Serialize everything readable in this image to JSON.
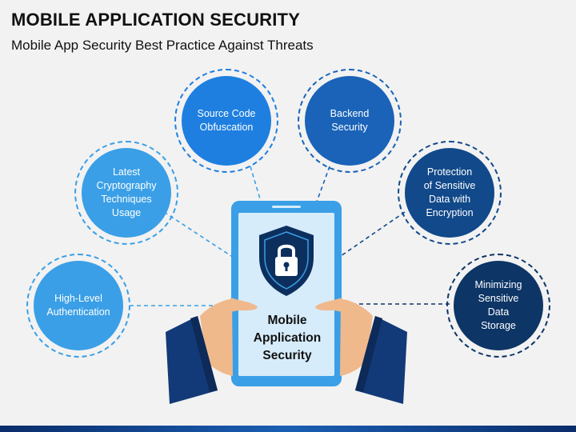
{
  "header": {
    "title": "MOBILE APPLICATION SECURITY",
    "subtitle": "Mobile App Security Best Practice Against Threats"
  },
  "center": {
    "label": "Mobile\nApplication\nSecurity",
    "icon": "shield-lock-icon"
  },
  "practices": [
    {
      "label": "High-Level\nAuthentication",
      "color": "#3a9fe6"
    },
    {
      "label": "Latest\nCryptography\nTechniques\nUsage",
      "color": "#3a9fe6"
    },
    {
      "label": "Source Code\nObfuscation",
      "color": "#1e7fe0"
    },
    {
      "label": "Backend\nSecurity",
      "color": "#1a63b8"
    },
    {
      "label": "Protection\nof Sensitive\nData with\nEncryption",
      "color": "#11498a"
    },
    {
      "label": "Minimizing\nSensitive\nData\nStorage",
      "color": "#0d3566"
    }
  ],
  "colors": {
    "phone_frame": "#3a9fe6",
    "phone_screen": "#d6ecfb",
    "shield": "#0d2f5e",
    "sleeve": "#123a78",
    "skin": "#f0b98c"
  }
}
